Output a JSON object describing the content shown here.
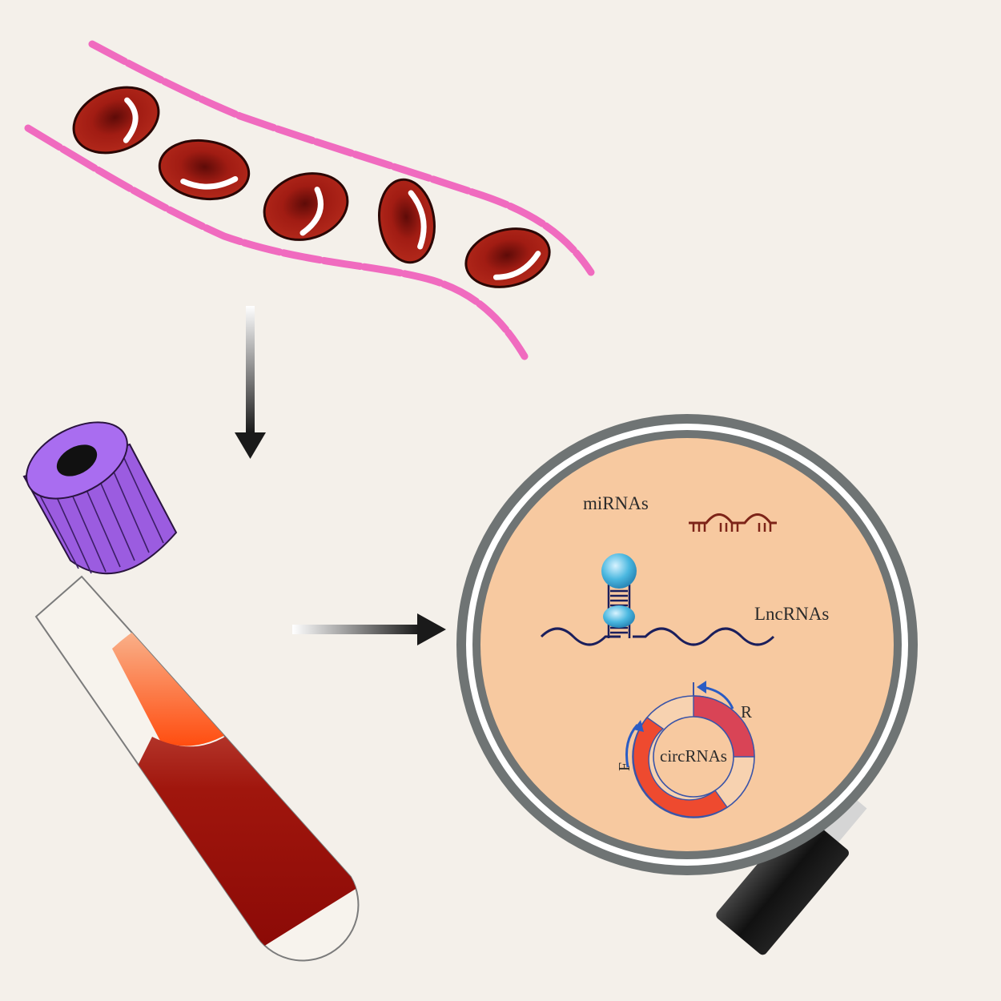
{
  "labels": {
    "mirnas": "miRNAs",
    "lncrnas": "LncRNAs",
    "circrnas": "circRNAs",
    "primer_forward": "F",
    "primer_reverse": "R"
  },
  "colors": {
    "background": "#f4f0ea",
    "vessel_wall": "#f06bbf",
    "red_cell": "#9c1b12",
    "tube_cap": "#9b5ce0",
    "plasma": "#f5a061",
    "blood": "#8e0d08",
    "lens_fill": "#f7c9a0",
    "lens_rim": "#6f7474",
    "handle": "#151515",
    "mirna": "#7d2418",
    "lnc_hairpin": "#4bb8e0",
    "lnc_strand": "#1b1f5c",
    "circ_segment_a": "#d94456",
    "circ_segment_b": "#ee4a2f",
    "primer_arrow": "#2a5cc4"
  },
  "icons": [
    "vessel-icon",
    "red-blood-cell-icon",
    "blood-tube-icon",
    "magnifier-icon",
    "mirna-icon",
    "lncrna-icon",
    "circrna-icon",
    "arrow-down-icon",
    "arrow-right-icon"
  ]
}
